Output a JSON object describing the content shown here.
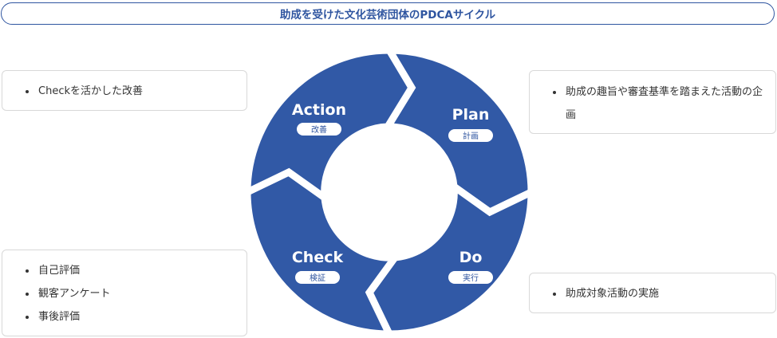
{
  "title": "助成を受けた文化芸術団体のPDCAサイクル",
  "colors": {
    "accent": "#2f55a0",
    "cycle_fill": "#3159a6",
    "border": "#d8d8d8"
  },
  "stages": {
    "plan": {
      "title": "Plan",
      "label": "計画"
    },
    "do": {
      "title": "Do",
      "label": "実行"
    },
    "check": {
      "title": "Check",
      "label": "検証"
    },
    "action": {
      "title": "Action",
      "label": "改善"
    }
  },
  "notes": {
    "action": {
      "items": [
        "Checkを活かした改善"
      ]
    },
    "plan": {
      "items": [
        "助成の趣旨や審査基準を踏まえた活動の企画"
      ]
    },
    "check": {
      "items": [
        "自己評価",
        "観客アンケート",
        "事後評価"
      ]
    },
    "do": {
      "items": [
        "助成対象活動の実施"
      ]
    }
  }
}
